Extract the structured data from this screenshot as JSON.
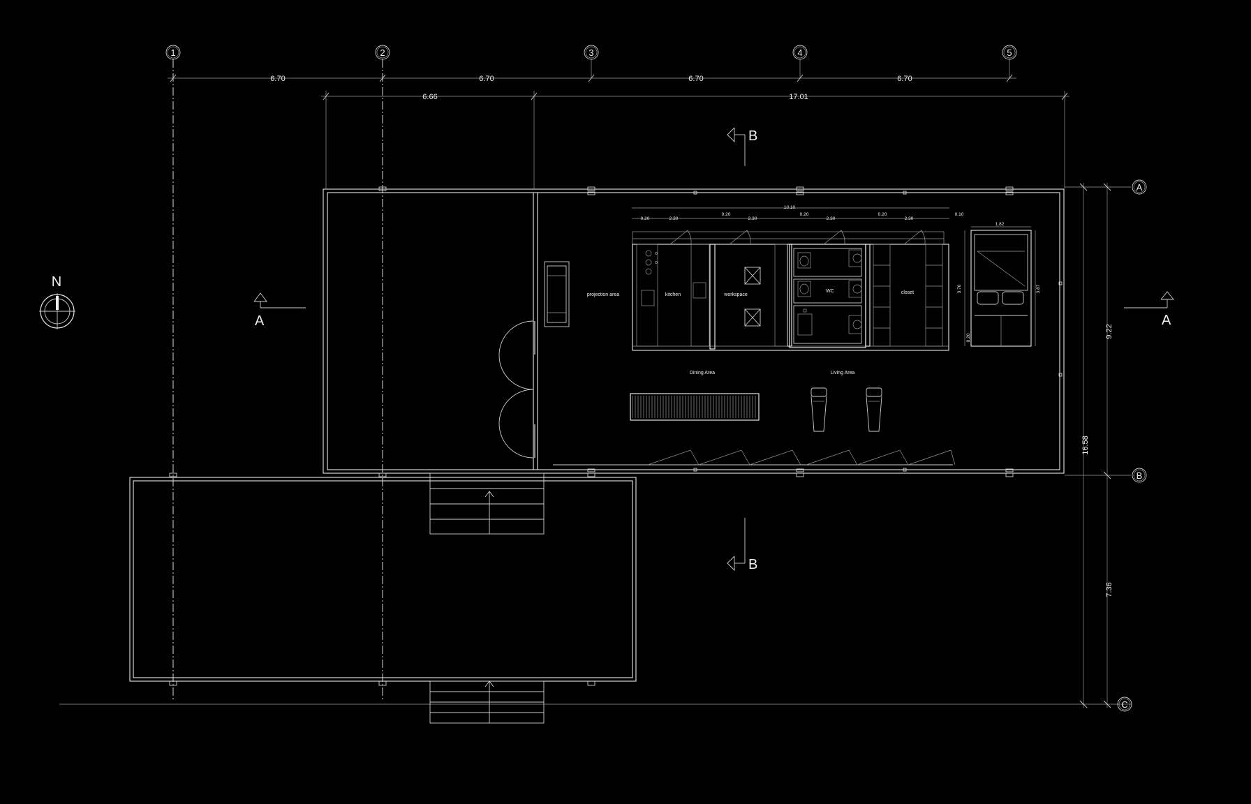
{
  "north_label": "N",
  "grid_columns": [
    "1",
    "2",
    "3",
    "4",
    "5"
  ],
  "grid_rows": [
    "A",
    "B",
    "C"
  ],
  "dimensions": {
    "top_spans": [
      "6.70",
      "6.70",
      "6.70",
      "6.70"
    ],
    "second_spans": [
      "6.66",
      "17.01"
    ],
    "right_outer": "16.58",
    "right_inner_top": "9.22",
    "right_inner_bottom": "7.36",
    "interior_total": "10.10",
    "interior_spans": [
      "0.20",
      "2.30",
      "0.20",
      "2.30",
      "0.20",
      "2.30",
      "0.20",
      "2.30",
      "0.10"
    ],
    "bed_width": "1.82",
    "bed_depth_a": "3.70",
    "bed_depth_b": "3.87",
    "bed_small": "0.20"
  },
  "section_markers": {
    "a_left": "A",
    "a_right": "A",
    "b_top": "B",
    "b_bottom": "B"
  },
  "rooms": {
    "projection": "projection area",
    "kitchen": "kitchen",
    "workspace": "workspace",
    "wc": "WC",
    "closet": "closet",
    "dining": "Dining  Area",
    "living": "Living Area"
  }
}
